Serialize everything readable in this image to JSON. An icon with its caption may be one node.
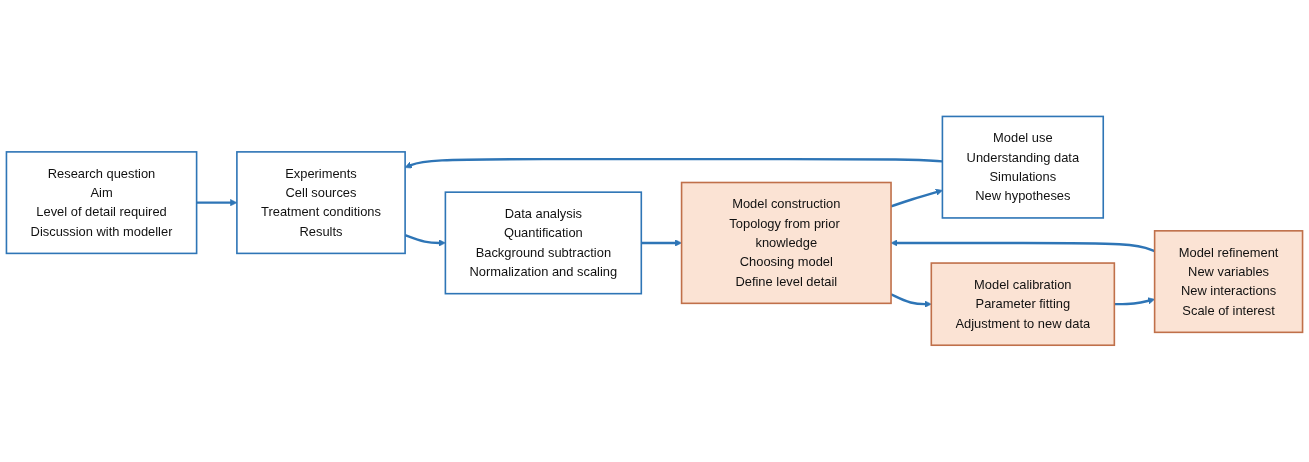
{
  "diagram": {
    "nodes": [
      {
        "text": [
          "Research question",
          "Aim",
          "Level of detail required",
          "Discussion with modeller"
        ]
      },
      {
        "text": [
          "Experiments",
          "Cell sources",
          "Treatment conditions",
          "Results"
        ]
      },
      {
        "text": [
          "Data analysis",
          "Quantification",
          "Background subtraction",
          "Normalization and scaling"
        ]
      },
      {
        "text": [
          "Model use",
          "Understanding data",
          "Simulations",
          "New hypotheses"
        ]
      },
      {
        "text": [
          "Model construction",
          "Topology from prior knowledge",
          "Choosing model",
          "Define level detail"
        ]
      },
      {
        "text": [
          "Model calibration",
          "Parameter fitting",
          "Adjustment to new data"
        ]
      },
      {
        "text": [
          "Model refinement",
          "New variables",
          "New interactions",
          "Scale of interest"
        ]
      }
    ],
    "edges": [
      {
        "from": 0,
        "to": 1,
        "arrow": "to"
      },
      {
        "from": 1,
        "to": 2,
        "arrow": "to"
      },
      {
        "from": 2,
        "to": 4,
        "arrow": "to"
      },
      {
        "from": 4,
        "to": 5,
        "arrow": "to"
      },
      {
        "from": 5,
        "to": 6,
        "arrow": "to"
      },
      {
        "from": 6,
        "to": 4,
        "arrow": "to"
      },
      {
        "from": 4,
        "to": 3,
        "arrow": "to"
      },
      {
        "from": 3,
        "to": 1,
        "arrow": "to"
      }
    ]
  }
}
